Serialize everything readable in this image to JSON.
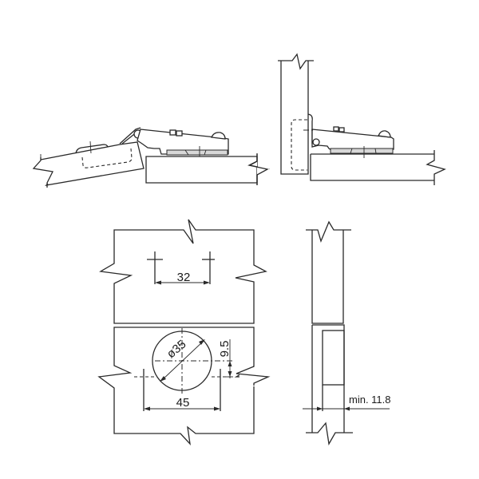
{
  "drawing": {
    "title": "Concealed cabinet hinge installation drawing",
    "views": [
      {
        "id": "side-view-open",
        "description": "Hinge side view, door partially open"
      },
      {
        "id": "side-view-closed",
        "description": "Hinge side view, door closed (full overlay)"
      },
      {
        "id": "front-view-drilling",
        "description": "Drilling pattern on door and mounting plate on cabinet side"
      },
      {
        "id": "edge-view",
        "description": "Door edge view with minimum distance"
      }
    ],
    "dimensions": {
      "plate_hole_spacing": "32",
      "cup_diameter": "ø35",
      "cup_offset": "9.5",
      "cup_screw_spacing": "45",
      "min_edge_distance": "min. 11.8"
    },
    "colors": {
      "line": "#2a2a2a",
      "background": "#ffffff",
      "plate_fill": "#d8d8d8"
    }
  }
}
